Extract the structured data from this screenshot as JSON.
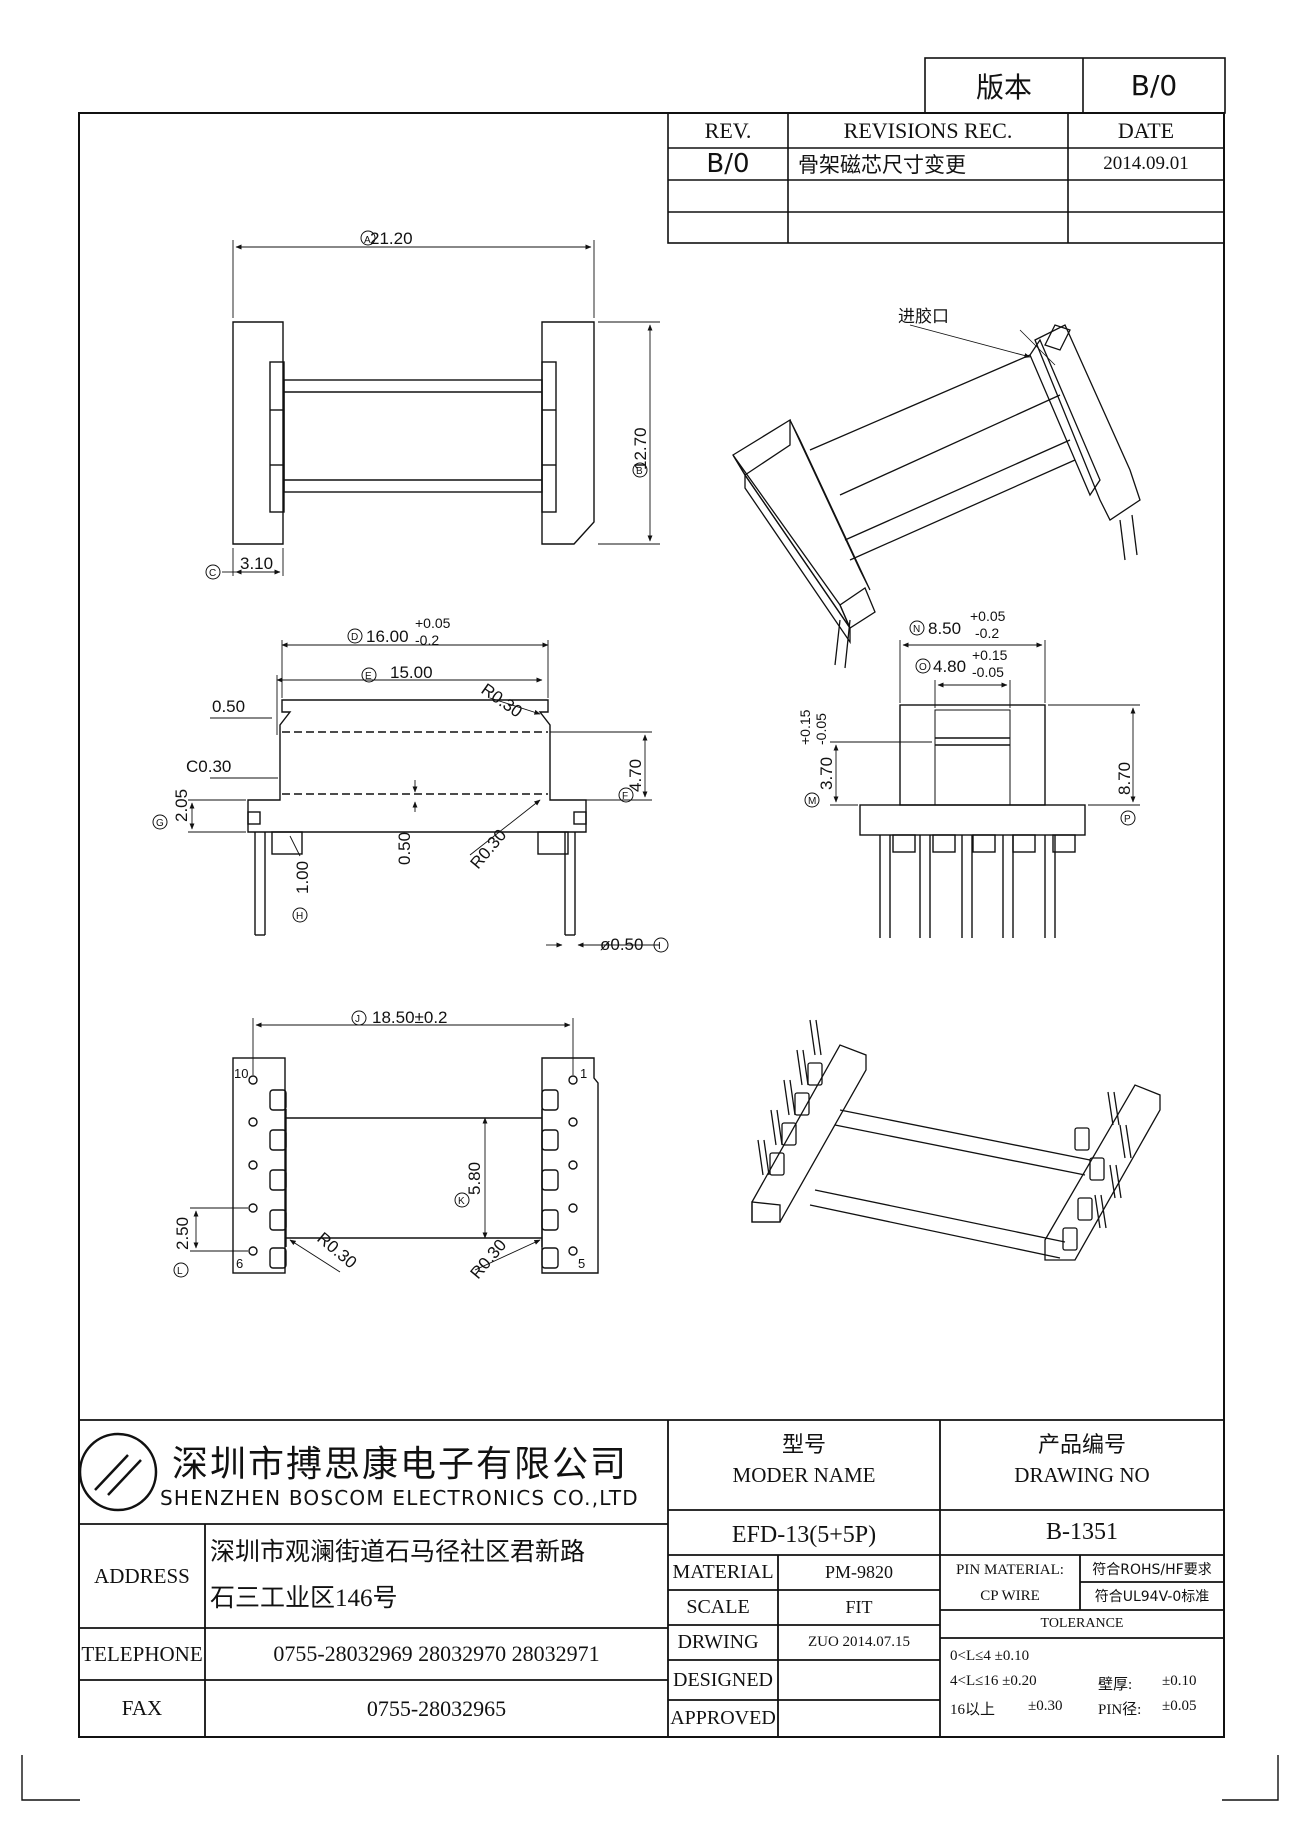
{
  "version_box": {
    "label": "版本",
    "value": "B/0"
  },
  "revisions": {
    "headers": {
      "rev": "REV.",
      "rec": "REVISIONS REC.",
      "date": "DATE"
    },
    "rows": [
      {
        "rev": "B/0",
        "rec": "骨架磁芯尺寸变更",
        "date": "2014.09.01"
      }
    ]
  },
  "drawing": {
    "dims": {
      "A": {
        "letter": "A",
        "value": "21.20"
      },
      "B": {
        "letter": "B",
        "value": "12.70"
      },
      "C": {
        "letter": "C",
        "value": "3.10"
      },
      "D": {
        "letter": "D",
        "value": "16.00",
        "tol_plus": "+0.05",
        "tol_minus": "-0.2"
      },
      "E": {
        "letter": "E",
        "value": "15.00"
      },
      "F": {
        "letter": "F",
        "value": "4.70"
      },
      "G": {
        "letter": "G",
        "value": "2.05"
      },
      "H": {
        "letter": "H",
        "value": "1.00"
      },
      "I": {
        "letter": "I",
        "value": "ø0.50"
      },
      "J": {
        "letter": "J",
        "value": "18.50±0.2"
      },
      "K": {
        "letter": "K",
        "value": "5.80"
      },
      "L": {
        "letter": "L",
        "value": "2.50"
      },
      "M": {
        "letter": "M",
        "value": "3.70",
        "tol_plus": "+0.15",
        "tol_minus": "-0.05"
      },
      "N": {
        "letter": "N",
        "value": "8.50",
        "tol_plus": "+0.05",
        "tol_minus": "-0.2"
      },
      "O": {
        "letter": "O",
        "value": "4.80",
        "tol_plus": "+0.15",
        "tol_minus": "-0.05"
      },
      "P": {
        "letter": "P",
        "value": "8.70"
      }
    },
    "notes": {
      "d050": "0.50",
      "c030": "C0.30",
      "r030": "R0.30",
      "v050": "0.50",
      "gate": "进胶口"
    },
    "pins": {
      "p10": "10",
      "p1": "1",
      "p6": "6",
      "p5": "5"
    }
  },
  "company": {
    "name_cn": "深圳市搏思康电子有限公司",
    "name_en": "SHENZHEN BOSCOM ELECTRONICS CO.,LTD"
  },
  "model": {
    "label_cn": "型号",
    "label_en": "MODER NAME",
    "value": "EFD-13(5+5P)"
  },
  "drawing_no": {
    "label_cn": "产品编号",
    "label_en": "DRAWING NO",
    "value": "B-1351"
  },
  "address": {
    "label": "ADDRESS",
    "line1": "深圳市观澜街道石马径社区君新路",
    "line2": "石三工业区146号"
  },
  "telephone": {
    "label": "TELEPHONE",
    "value": "0755-28032969 28032970 28032971"
  },
  "fax": {
    "label": "FAX",
    "value": "0755-28032965"
  },
  "material": {
    "label": "MATERIAL",
    "value": "PM-9820"
  },
  "scale": {
    "label": "SCALE",
    "value": "FIT"
  },
  "drwing": {
    "label": "DRWING",
    "value": "ZUO 2014.07.15"
  },
  "designed": {
    "label": "DESIGNED"
  },
  "approved": {
    "label": "APPROVED"
  },
  "pin_material": {
    "label1": "PIN MATERIAL:",
    "label2": "CP WIRE",
    "v1": "符合ROHS/HF要求",
    "v2": "符合UL94V-0标准"
  },
  "tolerance": {
    "label": "TOLERANCE",
    "r1": "0<L≤4 ±0.10",
    "r2": "4<L≤16 ±0.20",
    "r3a": "16以上",
    "r3b": "±0.30",
    "wall": "壁厚:",
    "wall_v": "±0.10",
    "pin": "PIN径:",
    "pin_v": "±0.05"
  }
}
